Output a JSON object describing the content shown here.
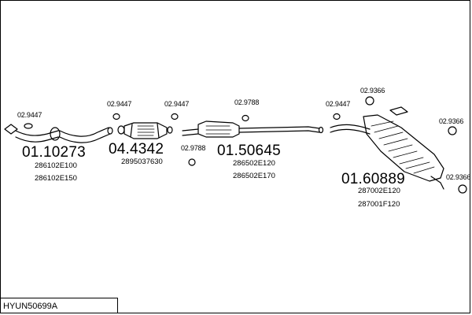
{
  "diagram": {
    "model_code": "HYUN50699A",
    "components": [
      {
        "part": "01.10273",
        "refs": [
          "286102E100",
          "286102E150"
        ]
      },
      {
        "part": "04.4342",
        "refs": [
          "2895037630"
        ]
      },
      {
        "part": "01.50645",
        "refs": [
          "286502E120",
          "286502E170"
        ]
      },
      {
        "part": "01.60889",
        "refs": [
          "287002E120",
          "287001F120"
        ]
      }
    ],
    "accessories": [
      "02.9447",
      "02.9447",
      "02.9447",
      "02.9447",
      "02.9788",
      "02.9788",
      "02.9366",
      "02.9366",
      "02.9366"
    ]
  }
}
